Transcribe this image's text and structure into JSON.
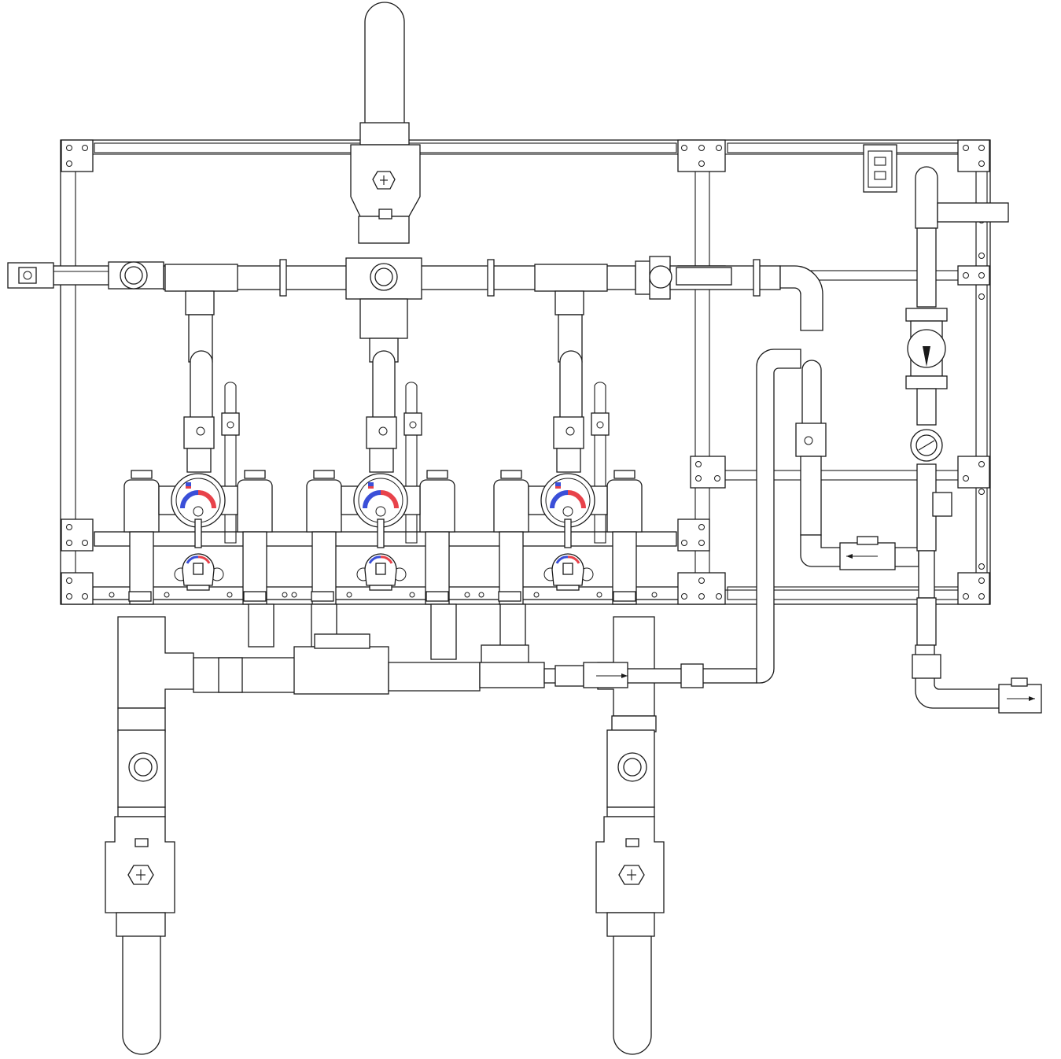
{
  "diagram": {
    "accent_hot": "#e8424a",
    "accent_cold": "#3a4fd8",
    "line_color": "#1a1a1a",
    "mixing_valves": [
      {
        "id": "tmv-1",
        "dial_hot": "#e8424a",
        "dial_cold": "#3a4fd8"
      },
      {
        "id": "tmv-2",
        "dial_hot": "#e8424a",
        "dial_cold": "#3a4fd8"
      },
      {
        "id": "tmv-3",
        "dial_hot": "#e8424a",
        "dial_cold": "#3a4fd8"
      }
    ],
    "icons": [
      "union-icon",
      "ball-valve-icon",
      "check-valve-icon",
      "pressure-gauge-icon",
      "thermometer-icon",
      "flow-arrow-icon",
      "electrical-outlet-icon"
    ]
  }
}
